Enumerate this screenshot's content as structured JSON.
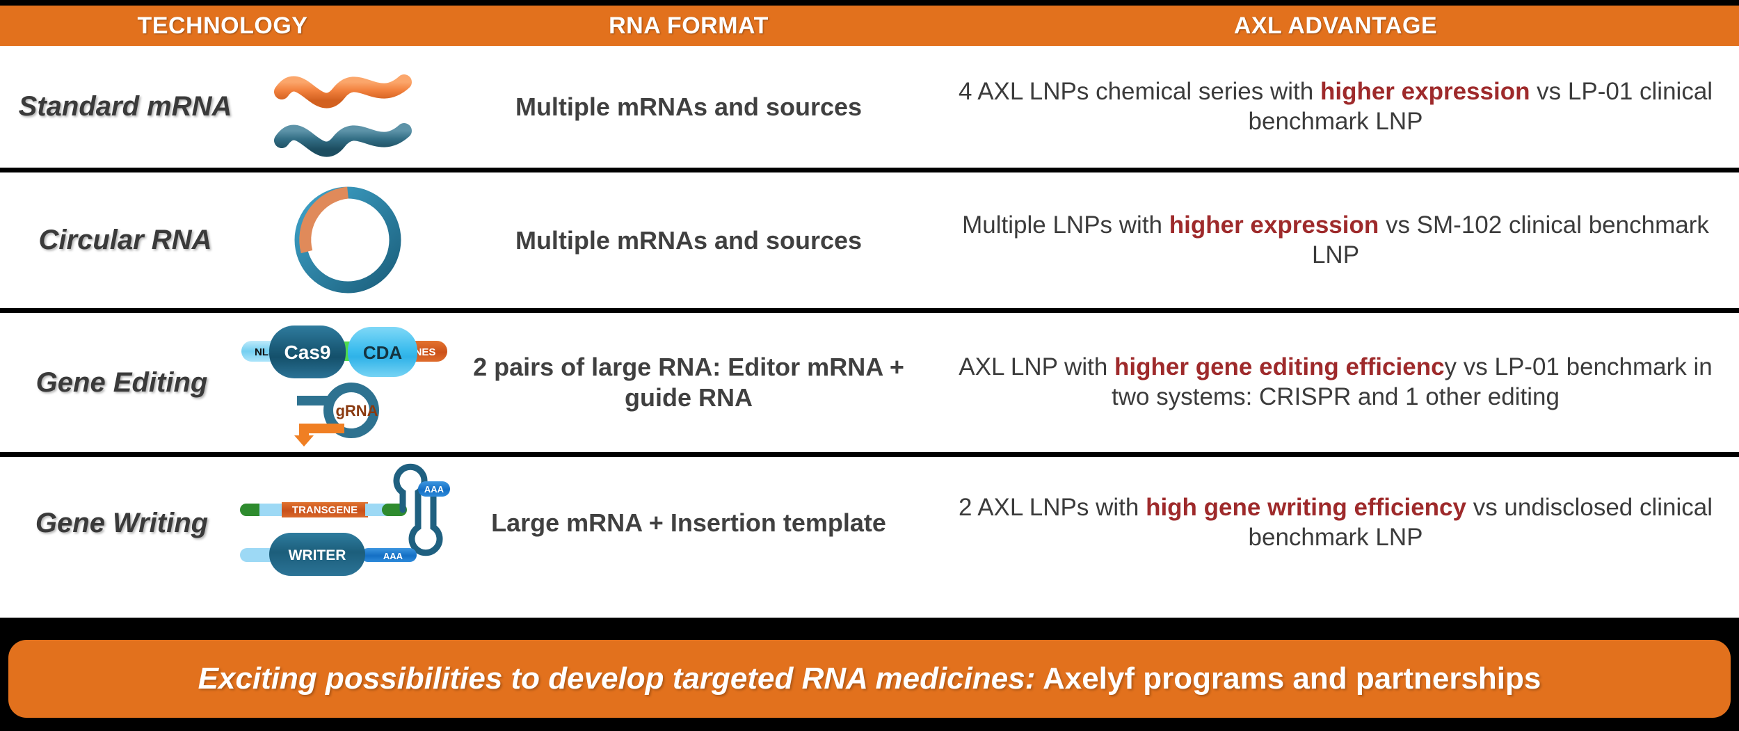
{
  "header": {
    "columns": [
      "TECHNOLOGY",
      "RNA FORMAT",
      "AXL ADVANTAGE"
    ],
    "bg_color": "#E2711D",
    "text_color": "#FFFFFF"
  },
  "colors": {
    "orange": "#E2711D",
    "highlight_red": "#9E2A2B",
    "body_text": "#3B3B3B",
    "dark_teal": "#1F6080",
    "light_blue": "#4FC3F0",
    "rna_orange": "#F07F3C",
    "rna_teal": "#2E6E87",
    "green": "#2E8B2E",
    "transgene_orange": "#D4521B",
    "aaa_blue": "#1C7FD4",
    "nls_blue": "#7FD4F5"
  },
  "rows": [
    {
      "technology": "Standard mRNA",
      "graphic": "double-squiggle-icon",
      "rna_format": "Multiple mRNAs and sources",
      "advantage": {
        "segments": [
          {
            "text": "4 AXL LNPs chemical series with ",
            "highlight": false
          },
          {
            "text": "higher expression",
            "highlight": true
          },
          {
            "text": " vs LP-01 clinical benchmark LNP",
            "highlight": false
          }
        ],
        "plain": "4 AXL LNPs chemical series with higher expression vs LP-01 clinical benchmark LNP"
      }
    },
    {
      "technology": "Circular RNA",
      "graphic": "circular-rna-icon",
      "rna_format": "Multiple mRNAs and sources",
      "advantage": {
        "segments": [
          {
            "text": "Multiple LNPs with ",
            "highlight": false
          },
          {
            "text": "higher expression",
            "highlight": true
          },
          {
            "text": " vs SM-102 clinical benchmark LNP",
            "highlight": false
          }
        ],
        "plain": "Multiple LNPs with higher expression vs SM-102 clinical benchmark LNP"
      }
    },
    {
      "technology": "Gene Editing",
      "graphic": "cas9-cda-grna-icon",
      "graphic_labels": [
        "NLS",
        "Cas9",
        "CDA",
        "NES",
        "gRNA"
      ],
      "rna_format": "2 pairs of large RNA: Editor mRNA + guide RNA",
      "advantage": {
        "segments": [
          {
            "text": "AXL LNP with ",
            "highlight": false
          },
          {
            "text": "higher gene editing efficienc",
            "highlight": true
          },
          {
            "text": "y vs LP-01 benchmark in two systems: CRISPR and 1 other editing",
            "highlight": false
          }
        ],
        "plain": "AXL LNP with higher gene editing efficiency vs LP-01 benchmark in two systems: CRISPR and 1 other editing"
      }
    },
    {
      "technology": "Gene Writing",
      "graphic": "transgene-writer-icon",
      "graphic_labels": [
        "TRANSGENE",
        "AAA",
        "WRITER",
        "AAA"
      ],
      "rna_format": "Large mRNA + Insertion template",
      "advantage": {
        "segments": [
          {
            "text": "2 AXL LNPs with ",
            "highlight": false
          },
          {
            "text": "high gene writing efficiency",
            "highlight": true
          },
          {
            "text": " vs undisclosed clinical benchmark LNP",
            "highlight": false
          }
        ],
        "plain": "2 AXL LNPs with high gene writing efficiency vs undisclosed clinical benchmark LNP"
      }
    }
  ],
  "banner": {
    "italic_part": "Exciting possibilities to develop targeted RNA medicines:",
    "bold_part": " Axelyf programs and partnerships",
    "bg_color": "#E2711D"
  }
}
